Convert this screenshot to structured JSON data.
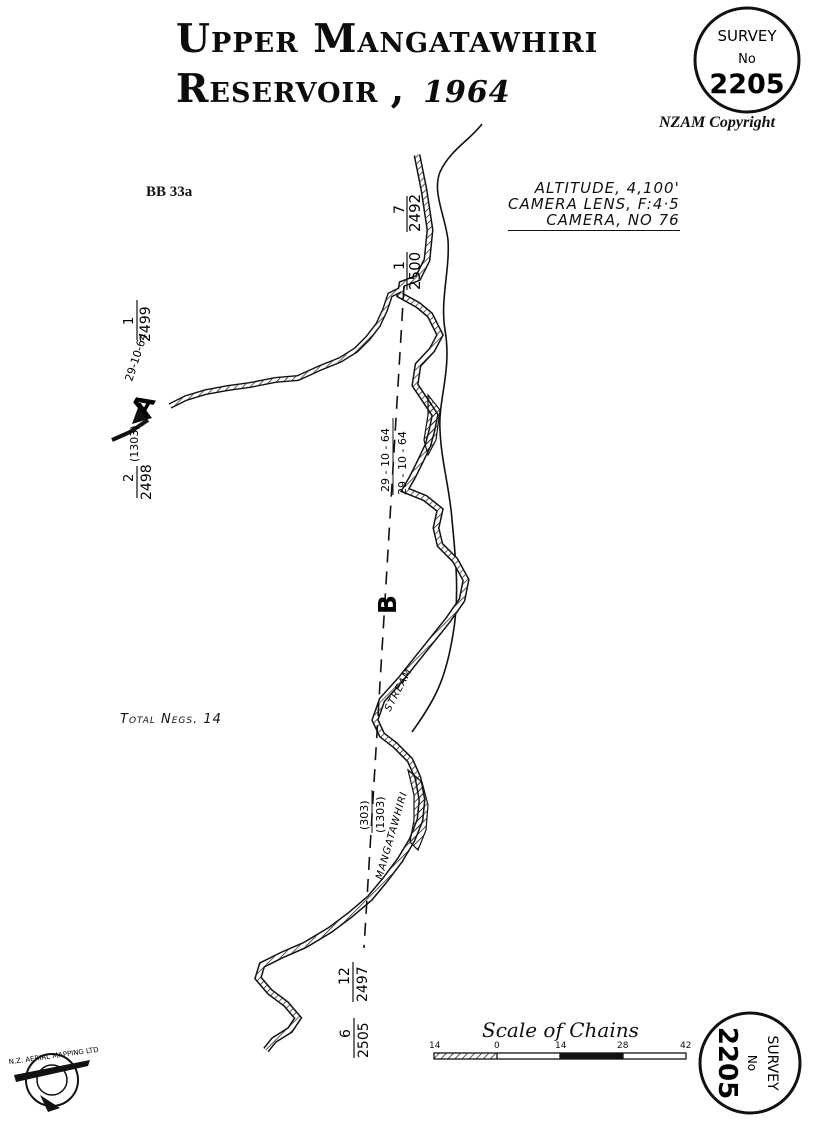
{
  "header": {
    "title_line1": "Upper Mangatawhiri",
    "title_line2": "Reservoir",
    "title_comma": ",",
    "year": "1964",
    "copyright": "NZAM Copyright"
  },
  "survey_badge": {
    "top": "SURVEY",
    "no": "No",
    "number": "2205"
  },
  "survey_badge_bottom": {
    "top": "SURVEY",
    "no": "No",
    "number": "2205"
  },
  "sheet_ref": "BB 33a",
  "camera_info": {
    "altitude": "Altitude, 4,100'",
    "lens": "Camera Lens, F:4·5",
    "camera": "Camera, No 76"
  },
  "total_negs": "Total Negs. 14",
  "run_a": {
    "label": "A",
    "start_date": "29-10-64",
    "start_frame": "1",
    "start_neg": "2499",
    "end_frame": "2",
    "end_neg": "2498",
    "film": "(1303)"
  },
  "run_b": {
    "label": "B",
    "top_frame": "1",
    "top_neg": "2500",
    "top_frame2": "7",
    "top_neg2": "2492",
    "date1": "29 - 10 - 64",
    "date2": "29 - 10 - 64",
    "film1": "(303)",
    "film2": "(1303)",
    "mid_frame": "12",
    "mid_neg": "2497",
    "end_frame": "6",
    "end_neg": "2505"
  },
  "features": {
    "stream_label": "Stream",
    "river_label": "Mangatawhiri"
  },
  "scale": {
    "title": "Scale of Chains",
    "ticks": [
      "14",
      "0",
      "14",
      "28",
      "42"
    ]
  },
  "logo": {
    "text": "N.Z. AERIAL MAPPING LTD"
  },
  "colors": {
    "ink": "#111111",
    "paper": "#ffffff"
  }
}
